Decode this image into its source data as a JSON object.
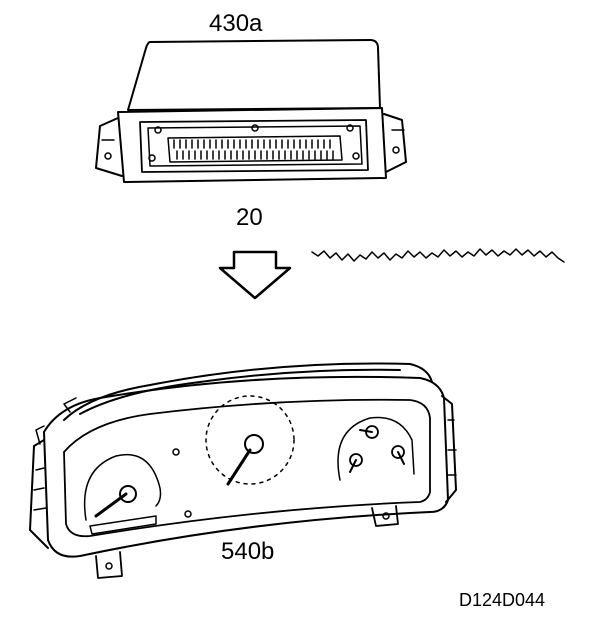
{
  "labels": {
    "ecu": "430a",
    "connector": "20",
    "instrument_cluster": "540b",
    "figure_code": "D124D044"
  }
}
